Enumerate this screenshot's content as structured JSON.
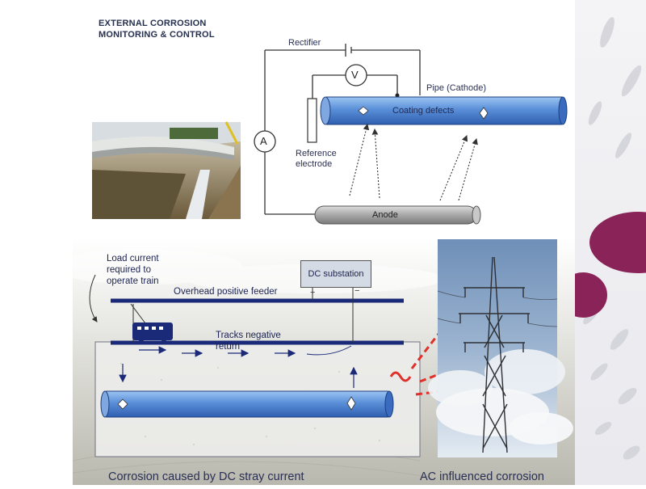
{
  "top": {
    "title_line1": "EXTERNAL CORROSION",
    "title_line2": "MONITORING & CONTROL",
    "rectifier": "Rectifier",
    "voltmeter": "V",
    "ammeter": "A",
    "pipe_cathode": "Pipe (Cathode)",
    "coating_defects": "Coating defects",
    "reference_line1": "Reference",
    "reference_line2": "electrode",
    "anode": "Anode"
  },
  "bottom": {
    "load_line1": "Load current",
    "load_line2": "required to",
    "load_line3": "operate train",
    "dc_substation": "DC substation",
    "plus": "+",
    "minus": "−",
    "overhead_feeder": "Overhead positive feeder",
    "tracks_line1": "Tracks negative",
    "tracks_line2": "return"
  },
  "captions": {
    "dc": "Corrosion caused by DC stray current",
    "ac": "AC influenced corrosion"
  },
  "colors": {
    "pipe_blue": "#5a8fd8",
    "rail_navy": "#1b2a78",
    "accent_purple": "#8a2458",
    "warning_red": "#e0302a",
    "text_navy": "#1c2350"
  }
}
